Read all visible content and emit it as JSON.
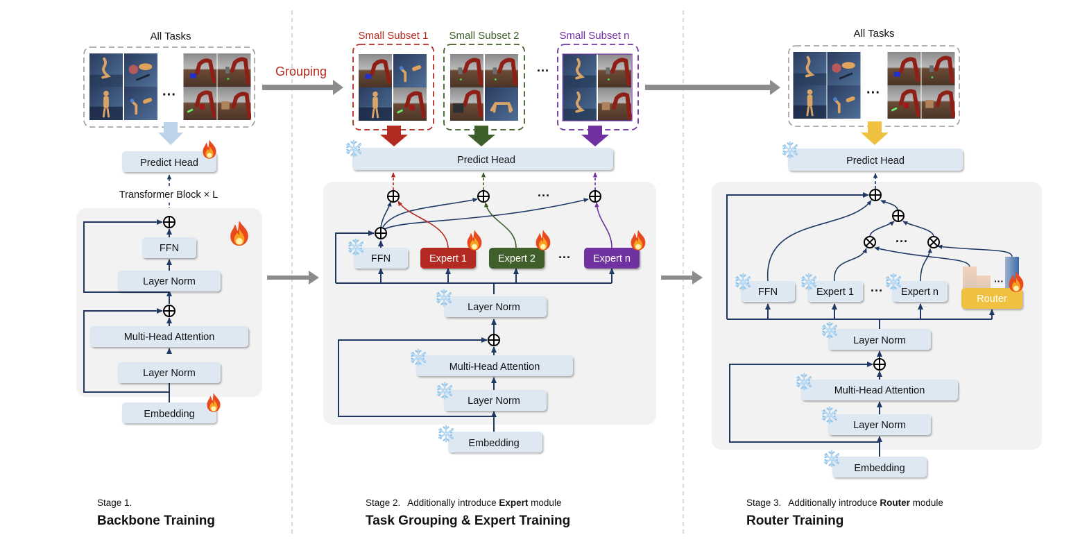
{
  "stages": [
    {
      "label": "Stage 1.",
      "title": "Backbone Training",
      "tasks_label": "All Tasks",
      "predict_head": "Predict Head",
      "transformer_block": "Transformer Block × L",
      "blocks": {
        "ffn": "FFN",
        "layer_norm_top": "Layer Norm",
        "attention": "Multi-Head Attention",
        "layer_norm_bottom": "Layer Norm",
        "embedding": "Embedding"
      },
      "status": "trainable"
    },
    {
      "label": "Stage 2.",
      "description_prefix": "Additionally introduce ",
      "description_bold": "Expert",
      "description_suffix": " module",
      "title": "Task Grouping & Expert Training",
      "grouping_label": "Grouping",
      "subsets": [
        {
          "label": "Small Subset 1",
          "color": "#b22a20"
        },
        {
          "label": "Small Subset 2",
          "color": "#3f5f2a"
        },
        {
          "label": "Small Subset n",
          "color": "#7030a0"
        }
      ],
      "predict_head": "Predict Head",
      "experts": [
        {
          "label": "Expert 1",
          "color": "#b22a20"
        },
        {
          "label": "Expert 2",
          "color": "#3f5f2a"
        },
        {
          "label": "Expert n",
          "color": "#7030a0"
        }
      ],
      "blocks": {
        "ffn": "FFN",
        "layer_norm_top": "Layer Norm",
        "attention": "Multi-Head Attention",
        "layer_norm_bottom": "Layer Norm",
        "embedding": "Embedding"
      },
      "ellipsis": "···"
    },
    {
      "label": "Stage 3.",
      "description_prefix": "Additionally introduce ",
      "description_bold": "Router",
      "description_suffix": " module",
      "title": "Router Training",
      "tasks_label": "All Tasks",
      "predict_head": "Predict Head",
      "experts": [
        {
          "label": "Expert 1"
        },
        {
          "label": "Expert n"
        }
      ],
      "router": "Router",
      "router_color": "#f0c040",
      "blocks": {
        "ffn": "FFN",
        "layer_norm_top": "Layer Norm",
        "attention": "Multi-Head Attention",
        "layer_norm_bottom": "Layer Norm",
        "embedding": "Embedding"
      }
    }
  ],
  "colors": {
    "box_fill": "#dde8f3",
    "line": "#1f3864",
    "panel": "#f2f2f2",
    "arrow_gray": "#8c8c8c",
    "stage1_arrow": "#bcd3ea",
    "stage3_arrow": "#f0c040"
  }
}
